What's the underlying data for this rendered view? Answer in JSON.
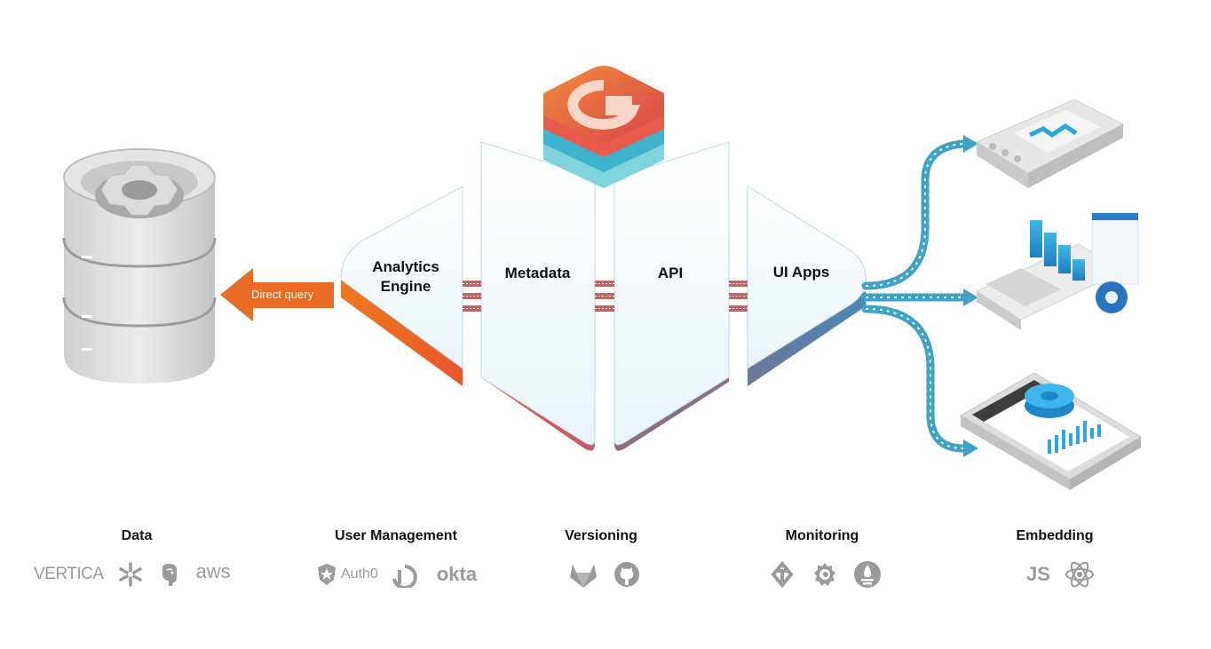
{
  "panels": {
    "analytics_engine": "Analytics\nEngine",
    "metadata": "Metadata",
    "api": "API",
    "ui_apps": "UI Apps"
  },
  "arrow": {
    "direct_query": "Direct query"
  },
  "categories": [
    {
      "title": "Data",
      "logos": [
        {
          "text": "VERTICA"
        },
        {
          "icon": "snowflake-icon"
        },
        {
          "icon": "postgresql-icon"
        },
        {
          "text": "aws"
        }
      ]
    },
    {
      "title": "User Management",
      "logos": [
        {
          "icon": "auth0-icon",
          "text": "Auth0"
        },
        {
          "icon": "onelogin-icon"
        },
        {
          "text": "okta"
        }
      ]
    },
    {
      "title": "Versioning",
      "logos": [
        {
          "icon": "gitlab-icon"
        },
        {
          "icon": "github-icon"
        }
      ]
    },
    {
      "title": "Monitoring",
      "logos": [
        {
          "icon": "tectonic-icon"
        },
        {
          "icon": "grafana-icon"
        },
        {
          "icon": "prometheus-icon"
        }
      ]
    },
    {
      "title": "Embedding",
      "logos": [
        {
          "text": "JS"
        },
        {
          "icon": "react-icon"
        }
      ]
    }
  ],
  "colors": {
    "orange": "#ea6c24",
    "red": "#e2523f",
    "teal": "#3fb3cc",
    "blue": "#3e95b9",
    "steel": "#4c7ea6",
    "gray": "#9a9a9a"
  }
}
